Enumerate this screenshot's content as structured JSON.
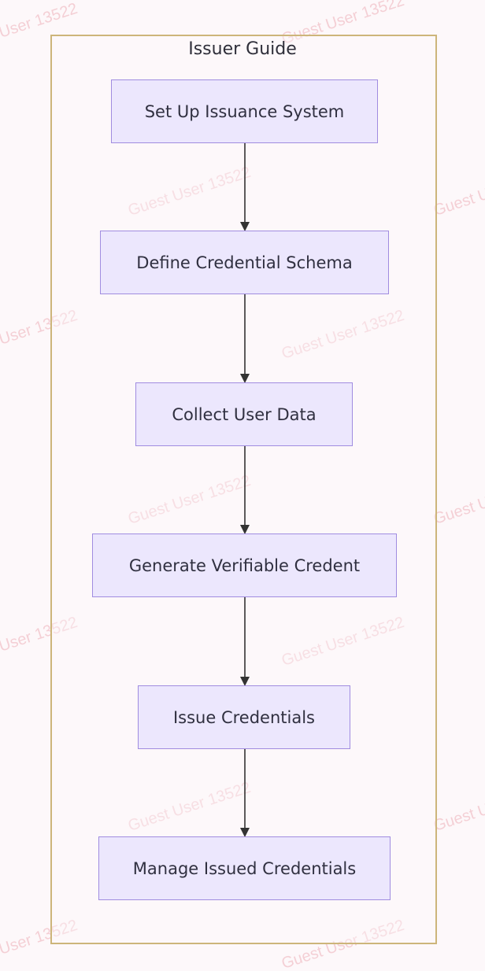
{
  "diagram": {
    "container_title": "Issuer Guide",
    "watermark_text": "Guest User 13522",
    "nodes": [
      {
        "id": "n1",
        "label": "Set Up Issuance System"
      },
      {
        "id": "n2",
        "label": "Define Credential Schema"
      },
      {
        "id": "n3",
        "label": "Collect User Data"
      },
      {
        "id": "n4",
        "label": "Generate Verifiable Credent"
      },
      {
        "id": "n5",
        "label": "Issue Credentials"
      },
      {
        "id": "n6",
        "label": "Manage Issued Credentials"
      }
    ],
    "edges": [
      {
        "from": "n1",
        "to": "n2"
      },
      {
        "from": "n2",
        "to": "n3"
      },
      {
        "from": "n3",
        "to": "n4"
      },
      {
        "from": "n4",
        "to": "n5"
      },
      {
        "from": "n5",
        "to": "n6"
      }
    ],
    "colors": {
      "node_fill": "#ece7fd",
      "node_border": "#a08ce0",
      "frame_border": "#cdb57a",
      "edge": "#333333",
      "background": "#fdf8fa"
    }
  }
}
